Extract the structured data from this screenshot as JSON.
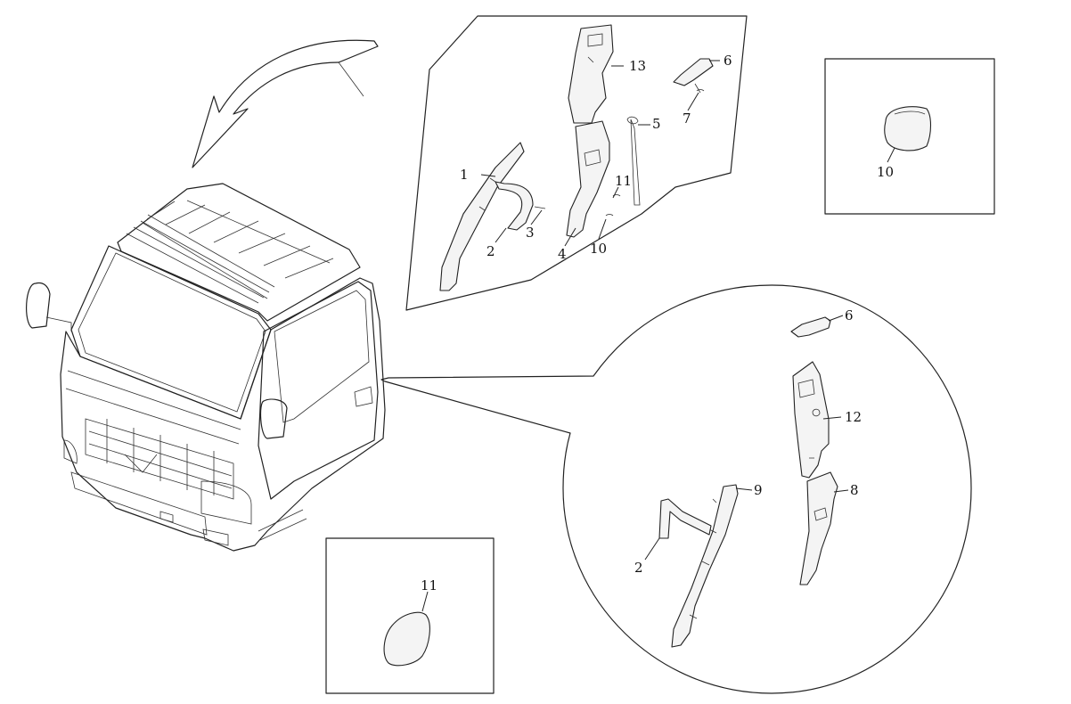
{
  "labels": {
    "top_panel": [
      "1",
      "2",
      "3",
      "4",
      "5",
      "6",
      "7",
      "10",
      "11",
      "13"
    ],
    "circle_panel": [
      "6",
      "12",
      "9",
      "8",
      "2"
    ],
    "box_right": "10",
    "box_bottom": "11"
  }
}
